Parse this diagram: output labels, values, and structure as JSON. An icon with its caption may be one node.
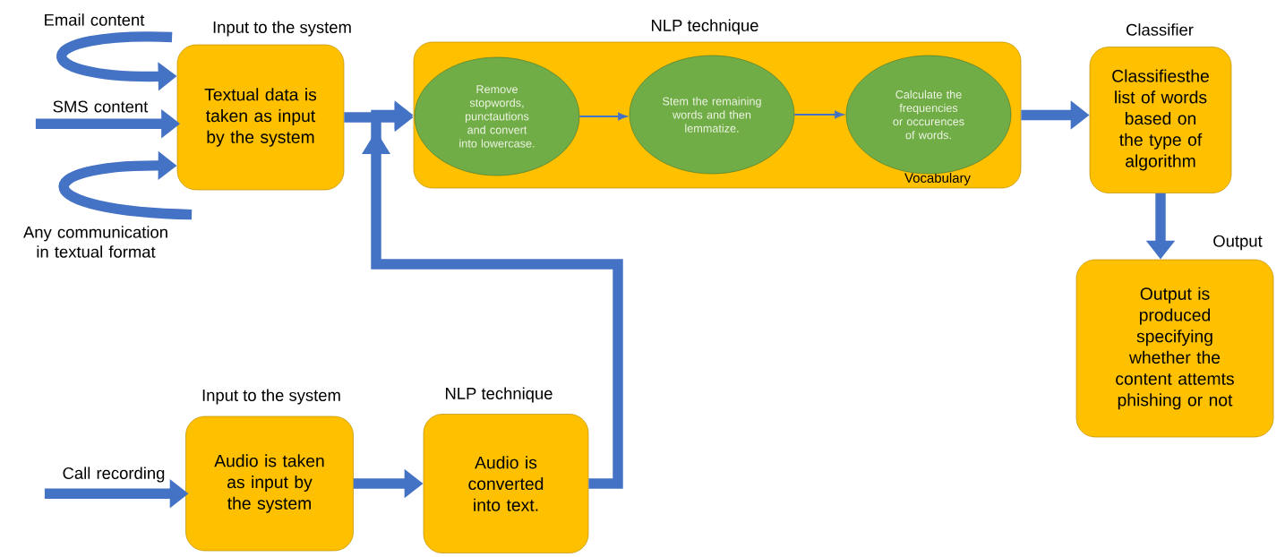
{
  "diagram": {
    "nodes": [
      {
        "text": [
          "Email content"
        ]
      },
      {
        "text": [
          "SMS content"
        ]
      },
      {
        "text": [
          "Any communication in textual format"
        ]
      },
      {
        "text": [
          "Input to the system",
          "Textual data is taken as input by the system"
        ]
      },
      {
        "text": [
          "NLP technique",
          "Vocabulary"
        ]
      },
      {
        "text": [
          "Remove stopwords, punctautions and convert into lowercase."
        ],
        "in": 4
      },
      {
        "text": [
          "Stem the remaining words and then lemmatize."
        ],
        "in": 4
      },
      {
        "text": [
          "Calculate the frequencies or occurences of words."
        ],
        "in": 4
      },
      {
        "text": [
          "Classifier",
          "Classifiesthe list of words based on the type of algorithm"
        ]
      },
      {
        "text": [
          "Output",
          "Output is produced specifying whether the content attemts phishing or not"
        ]
      },
      {
        "text": [
          "Call recording"
        ]
      },
      {
        "text": [
          "Input to the system",
          "Audio is taken as input by the system"
        ]
      },
      {
        "text": [
          "NLP technique",
          "Audio is converted into text."
        ]
      }
    ],
    "edges": [
      {
        "from": 0,
        "to": 3,
        "arrow": "to"
      },
      {
        "from": 1,
        "to": 3,
        "arrow": "to"
      },
      {
        "from": 2,
        "to": 3,
        "arrow": "to"
      },
      {
        "from": 3,
        "to": 4,
        "arrow": "to"
      },
      {
        "from": 5,
        "to": 6,
        "arrow": "to"
      },
      {
        "from": 6,
        "to": 7,
        "arrow": "to"
      },
      {
        "from": 4,
        "to": 8,
        "arrow": "to"
      },
      {
        "from": 8,
        "to": 9,
        "arrow": "to"
      },
      {
        "from": 10,
        "to": 11,
        "arrow": "to"
      },
      {
        "from": 11,
        "to": 12,
        "arrow": "to"
      },
      {
        "from": 12,
        "to": 4,
        "arrow": "to"
      }
    ]
  }
}
